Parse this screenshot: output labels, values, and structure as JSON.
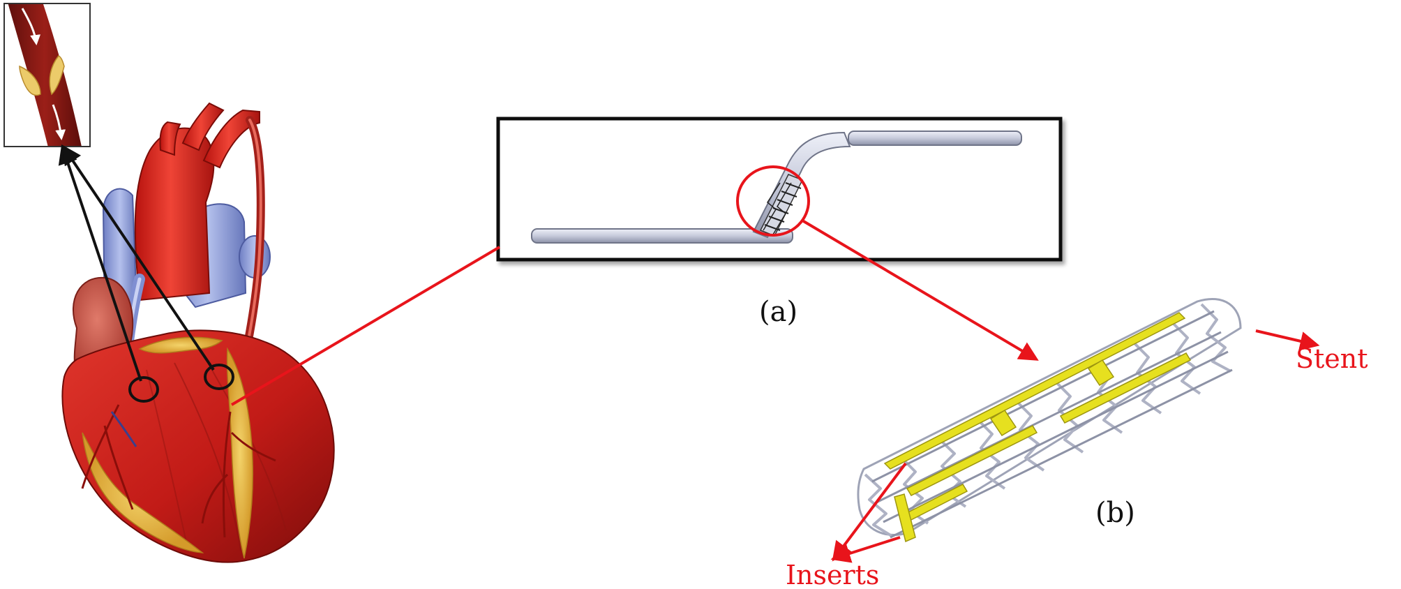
{
  "labels": {
    "panel_a": "(a)",
    "panel_b": "(b)",
    "stent": "Stent",
    "inserts": "Inserts"
  },
  "colors": {
    "pointer_red": "#e8141b",
    "annotation_black": "#111111",
    "heart_red": "#c81f1b",
    "vein_blue": "#8c9bd6",
    "fat_yellow": "#e2b23a",
    "stent_silver": "#b9bdcc",
    "insert_yellow": "#e6e01f"
  },
  "icons": {
    "heart": "heart-illustration",
    "artery_inset": "artery-plaque-inset",
    "vessel_model": "bent-vessel-model",
    "stent_closeup": "stent-with-inserts"
  }
}
